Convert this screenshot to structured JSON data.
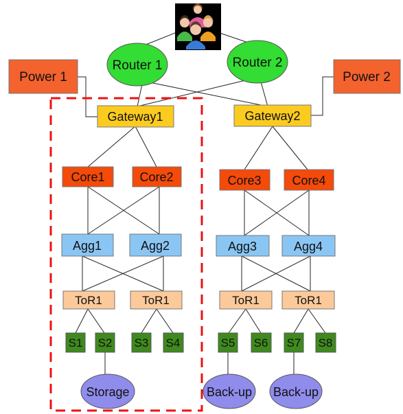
{
  "colors": {
    "router": "#33dd33",
    "power": "#f4622e",
    "gateway": "#fccb20",
    "core": "#f44a0a",
    "agg": "#8ac6f4",
    "tor": "#fcc99a",
    "server": "#3f8a1e",
    "storage": "#8f8cec",
    "dashed_box": "#ee1111",
    "edge": "#222222"
  },
  "icons": {
    "users": "users-group-icon"
  },
  "routers": [
    "Router 1",
    "Router 2"
  ],
  "power": [
    "Power 1",
    "Power 2"
  ],
  "gateways": [
    "Gateway1",
    "Gateway2"
  ],
  "cores": [
    "Core1",
    "Core2",
    "Core3",
    "Core4"
  ],
  "aggs": [
    "Agg1",
    "Agg2",
    "Agg3",
    "Agg4"
  ],
  "tors": [
    "ToR1",
    "ToR1",
    "ToR1",
    "ToR1"
  ],
  "servers": [
    "S1",
    "S2",
    "S3",
    "S4",
    "S5",
    "S6",
    "S7",
    "S8"
  ],
  "storage": [
    "Storage",
    "Back-up",
    "Back-up"
  ]
}
